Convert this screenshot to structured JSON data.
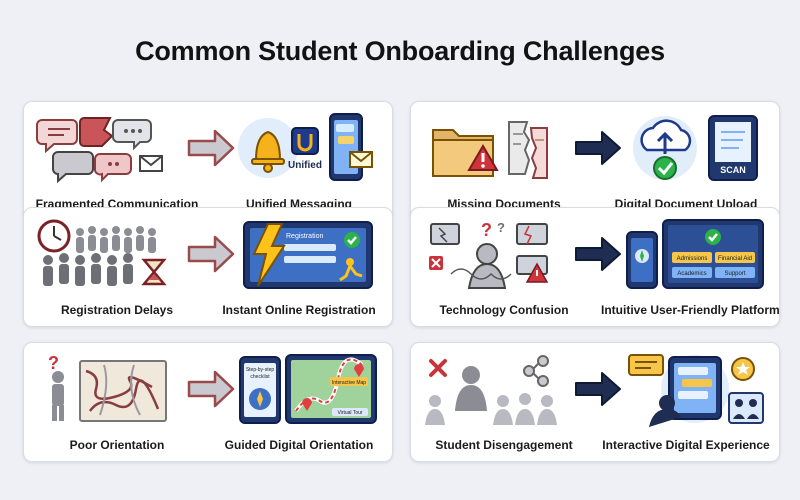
{
  "title": "Common Student Onboarding Challenges",
  "colors": {
    "arrow_red": "#9b4a4c",
    "arrow_navy": "#1f2d52",
    "accent_blue": "#2a6fd6",
    "check_green": "#2bb34a"
  },
  "cards": [
    {
      "problem": "Fragmented Communication",
      "solution": "Unified Messaging",
      "solution_text": "Unified"
    },
    {
      "problem": "Missing Documents",
      "solution": "Digital Document Upload",
      "solution_text": "SCAN"
    },
    {
      "problem": "Registration Delays",
      "solution": "Instant Online Registration",
      "solution_text": "Registration"
    },
    {
      "problem": "Technology Confusion",
      "solution": "Intuitive User-Friendly Platform",
      "solution_buttons": [
        "Admissions",
        "Financial Aid",
        "Academics",
        "Support"
      ]
    },
    {
      "problem": "Poor Orientation",
      "solution": "Guided Digital Orientation",
      "solution_texts": [
        "Step-by-step",
        "checklist",
        "Interactive Map",
        "Virtual Tour"
      ]
    },
    {
      "problem": "Student Disengagement",
      "solution": "Interactive Digital Experience"
    }
  ]
}
